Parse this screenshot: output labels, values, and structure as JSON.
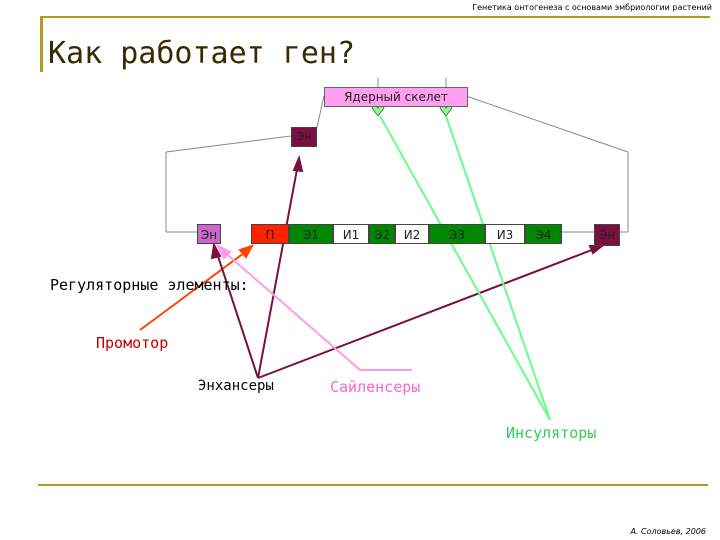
{
  "header": {
    "note": "Генетика онтогенеза с основами эмбриологии растений",
    "title": "Как работает ген?"
  },
  "diagram": {
    "skeleton_label": "Ядерный скелет",
    "enhancer_top_label": "Эн",
    "enhancer_right_label": "Эн",
    "chain": [
      {
        "label": "Эн",
        "color": "#cc66cc"
      },
      {
        "label": "П",
        "color": "#ff2200"
      },
      {
        "label": "Э1",
        "color": "#008800"
      },
      {
        "label": "И1",
        "color": "#ffffff"
      },
      {
        "label": "Э2",
        "color": "#008800"
      },
      {
        "label": "И2",
        "color": "#ffffff"
      },
      {
        "label": "Э3",
        "color": "#008800"
      },
      {
        "label": "И3",
        "color": "#ffffff"
      },
      {
        "label": "Э4",
        "color": "#008800"
      }
    ],
    "labels": {
      "regulatory": "Регуляторные элементы:",
      "promoter": "Промотор",
      "enhancers": "Энхансеры",
      "silencers": "Сайленсеры",
      "insulators": "Инсуляторы"
    },
    "colors": {
      "promoter_arrow": "#ff4400",
      "enhancer_arrow": "#7a1040",
      "silencer_arrow": "#ff99ee",
      "insulator_arrow": "#66ff88",
      "rule": "#b09a20"
    }
  },
  "footer": {
    "author": "А. Соловьев, 2006"
  }
}
